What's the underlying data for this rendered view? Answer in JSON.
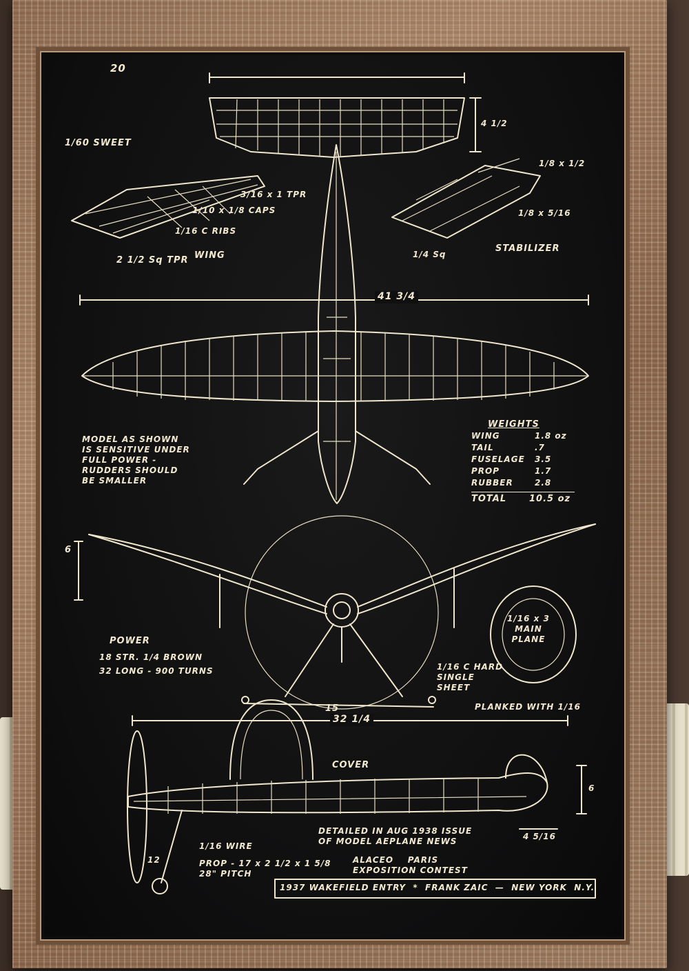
{
  "notes": {
    "wing_caption": "WING",
    "stabilizer_caption": "STABILIZER",
    "sweep": "1/60 SWEET",
    "taper": "3/16 x 1 TPR",
    "caps": "1/10 x 1/8 CAPS",
    "ribs": "1/16 C RIBS",
    "sq_tpr": "2 1/2 Sq TPR",
    "stab_a": "1/8 x 1/2",
    "stab_b": "1/8 x 5/16",
    "stab_c": "1/4 Sq",
    "span_top": "20",
    "tail_chord": "4 1/2",
    "wing_span": "41 3/4",
    "note_block": "MODEL AS SHOWN\nIS SENSITIVE UNDER\nFULL POWER -\nRUDDERS SHOULD\nBE SMALLER",
    "power_title": "POWER",
    "power_line1": "18 STR. 1/4 BROWN",
    "power_line2": "32 LONG - 900 TURNS",
    "front_height": "6",
    "front_width": "15",
    "hard_sheet": "1/16 C HARD\nSINGLE\nSHEET",
    "main_plane": "1/16 x 3\nMAIN\nPLANE",
    "planked": "PLANKED WITH 1/16",
    "length": "32 1/4",
    "cover": "COVER",
    "nose_h": "6",
    "nose_w": "4 5/16",
    "wire": "1/16 WIRE",
    "prop": "PROP - 17 x 2 1/2 x 1 5/8\n28\" PITCH",
    "prop_num": "12",
    "detailed": "DETAILED IN AUG 1938 ISSUE\nOF MODEL AEPLANE NEWS",
    "contest": "ALACEO    PARIS\nEXPOSITION CONTEST",
    "footer": "1937 WAKEFIELD ENTRY  *  FRANK ZAIC  —  NEW YORK  N.Y."
  },
  "weights": {
    "title": "WEIGHTS",
    "rows": [
      {
        "label": "WING",
        "value": "1.8 oz"
      },
      {
        "label": "TAIL",
        "value": ".7"
      },
      {
        "label": "FUSELAGE",
        "value": "3.5"
      },
      {
        "label": "PROP",
        "value": "1.7"
      },
      {
        "label": "RUBBER",
        "value": "2.8"
      }
    ],
    "total_label": "TOTAL",
    "total_value": "10.5 oz"
  },
  "colors": {
    "board": "#0f0f10",
    "chalk": "#efe6cc",
    "frame_wood": "#9c7a5d"
  }
}
